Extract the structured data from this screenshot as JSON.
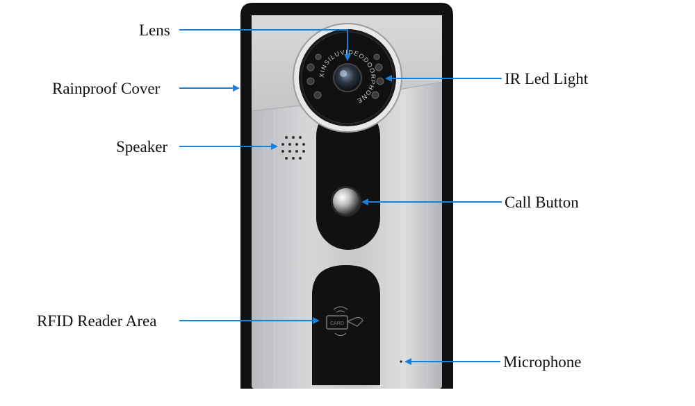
{
  "callouts": {
    "lens": "Lens",
    "rainproof_cover": "Rainproof Cover",
    "speaker": "Speaker",
    "rfid_reader_area": "RFID Reader Area",
    "ir_led_light": "IR Led Light",
    "call_button": "Call Button",
    "microphone": "Microphone"
  },
  "device": {
    "lens_ring_text": "XINSILUVIDEODOORPHONE",
    "rfid_card_text": "CARD"
  },
  "colors": {
    "arrow": "#1a7fd6",
    "cover": "#111111",
    "panel": "#c9cacc",
    "text": "#111111"
  }
}
